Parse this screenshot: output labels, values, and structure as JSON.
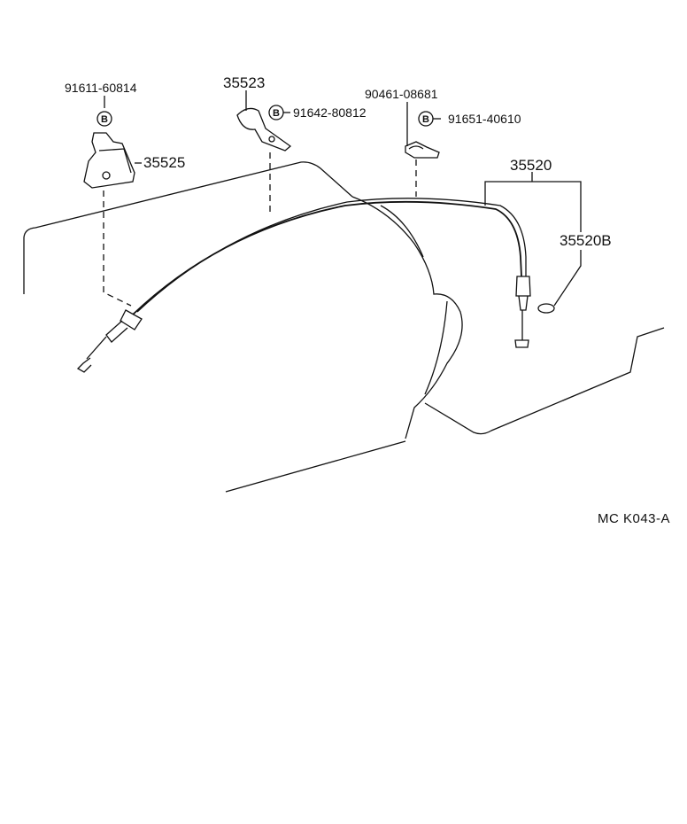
{
  "diagram": {
    "parts": {
      "bolt_a": "91611-60814",
      "bracket_a": "35525",
      "clamp_b": "35523",
      "bolt_b": "91642-80812",
      "clamp_c": "90461-08681",
      "bolt_c": "91651-40610",
      "cable_assembly": "35520",
      "o_ring": "35520B"
    },
    "badge_letter": "B",
    "diagram_code": "MC K043-A"
  }
}
